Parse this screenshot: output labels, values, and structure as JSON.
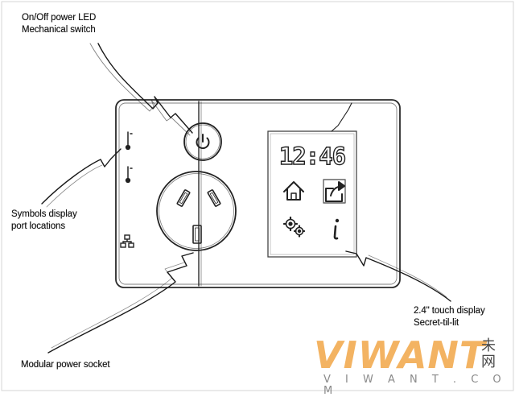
{
  "labels": {
    "power_led": [
      "On/Off power LED",
      "Mechanical switch"
    ],
    "symbols": [
      "Symbols display",
      "port locations"
    ],
    "touch": [
      "2.4\" touch display",
      "Secret-til-lit"
    ],
    "socket": [
      "Modular power socket"
    ]
  },
  "clock": "12:46",
  "watermark": {
    "brand": "VIWANT",
    "url": "V I W A N T . C O M",
    "cn": [
      "未",
      "网"
    ]
  },
  "icons": [
    "power-icon",
    "thermometer-icon",
    "network-icon",
    "home-icon",
    "share-icon",
    "settings-icon",
    "info-icon"
  ],
  "colors": {
    "ink": "#1a1a1a",
    "watermark": "#f1a13c",
    "watermark_sub": "#8a8a8a"
  }
}
